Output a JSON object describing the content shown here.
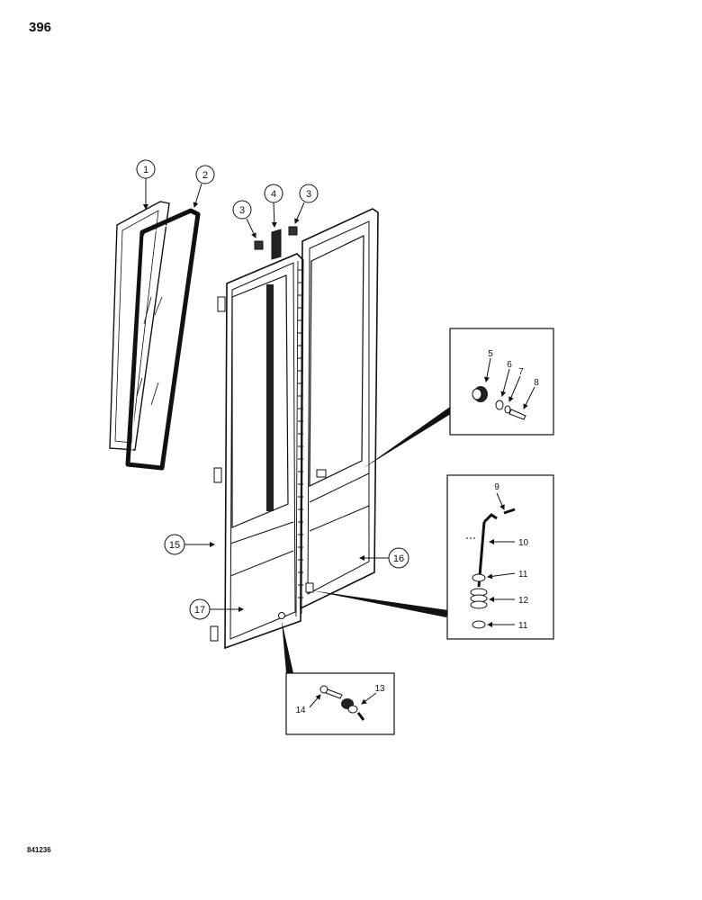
{
  "page": {
    "number": "396",
    "reference_code": "841236"
  },
  "callouts": {
    "c1": "1",
    "c2": "2",
    "c3a": "3",
    "c4": "4",
    "c3b": "3",
    "c15": "15",
    "c16": "16",
    "c17": "17"
  },
  "detail_hinge": {
    "l5": "5",
    "l6": "6",
    "l7": "7",
    "l8": "8"
  },
  "detail_pin": {
    "l9": "9",
    "l10": "10",
    "l11a": "11",
    "l12": "12",
    "l11b": "11"
  },
  "detail_lock": {
    "l14": "14",
    "l13": "13"
  }
}
